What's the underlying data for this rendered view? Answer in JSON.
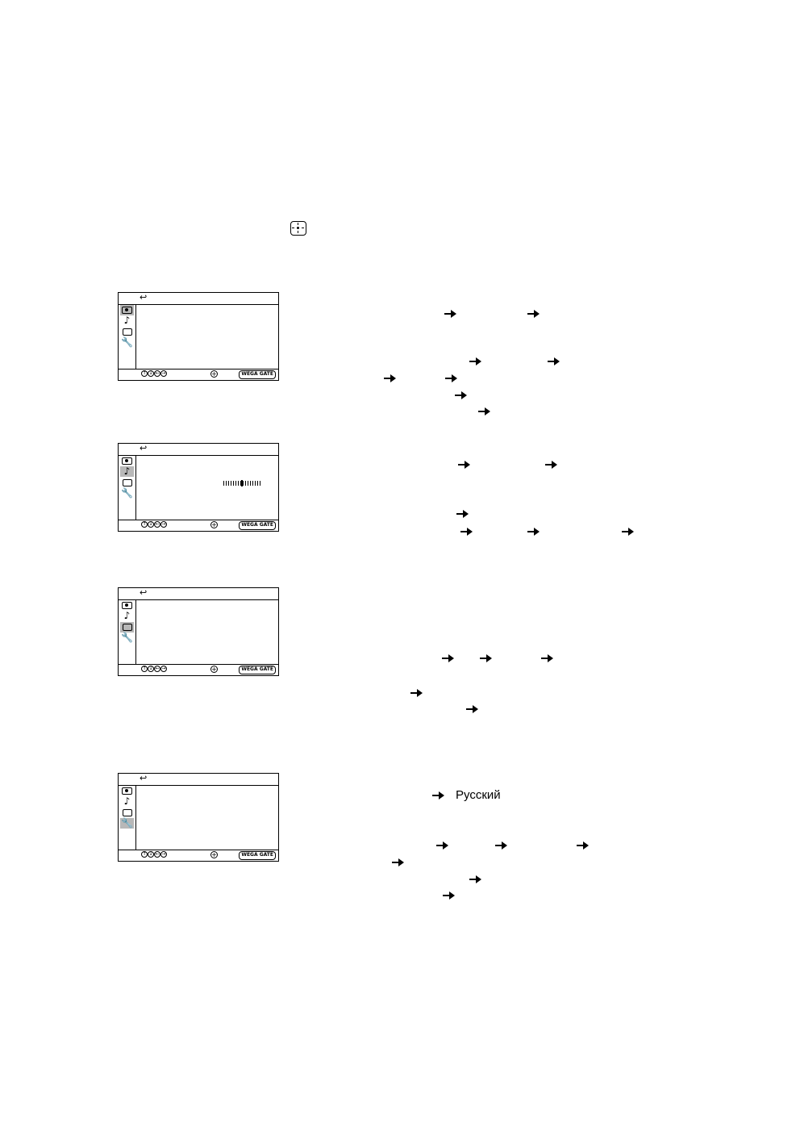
{
  "language_value": "Русский",
  "panels": [
    {
      "name": "picture",
      "selected_icon": "picture-icon",
      "return_glyph": "↩",
      "nav_glyphs": [
        "↑",
        "↓",
        "←",
        "→"
      ],
      "ok_glyph": "+",
      "wega_label": "WEGA GATE"
    },
    {
      "name": "sound",
      "selected_icon": "note-icon",
      "return_glyph": "↩",
      "nav_glyphs": [
        "↑",
        "↓",
        "←",
        "→"
      ],
      "ok_glyph": "+",
      "wega_label": "WEGA GATE"
    },
    {
      "name": "external",
      "selected_icon": "external-input-icon",
      "return_glyph": "↩",
      "nav_glyphs": [
        "↑",
        "↓",
        "←",
        "→"
      ],
      "ok_glyph": "+",
      "wega_label": "WEGA GATE"
    },
    {
      "name": "setup",
      "selected_icon": "wrench-icon",
      "return_glyph": "↩",
      "nav_glyphs": [
        "↑",
        "↓",
        "←",
        "→"
      ],
      "ok_glyph": "+",
      "wega_label": "WEGA GATE"
    }
  ],
  "sidebar_icons": {
    "note_glyph": "♪",
    "wrench_glyph": "🔧",
    "ext_glyph": "⧉"
  }
}
